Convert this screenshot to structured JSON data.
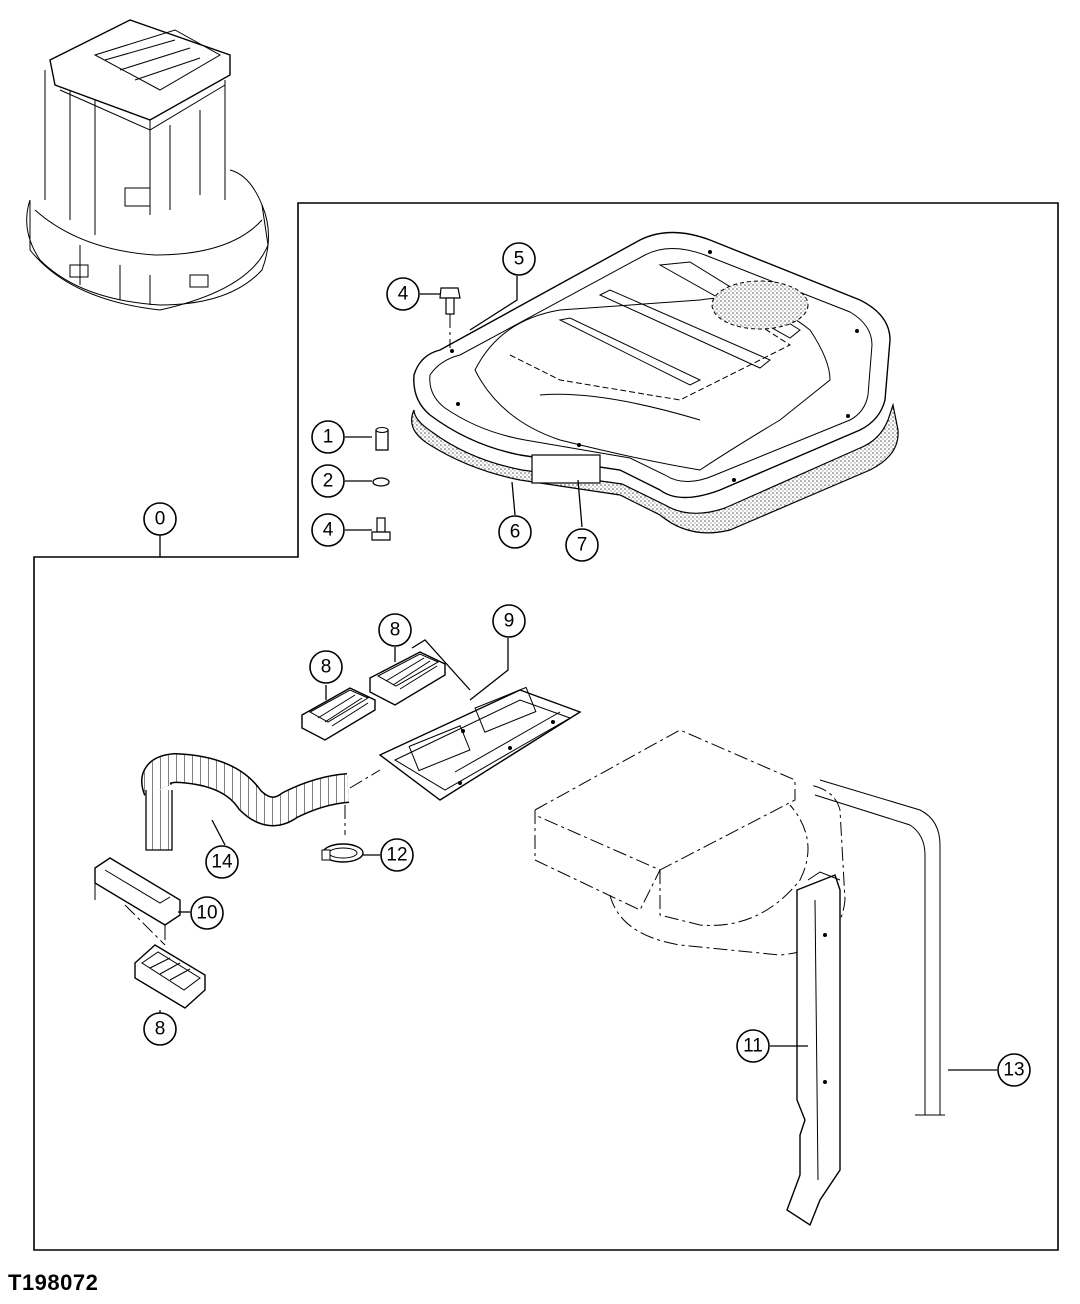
{
  "figure_id": "T198072",
  "callouts": [
    "0",
    "1",
    "2",
    "4",
    "4",
    "5",
    "6",
    "7",
    "8",
    "8",
    "8",
    "9",
    "10",
    "11",
    "12",
    "13",
    "14"
  ]
}
